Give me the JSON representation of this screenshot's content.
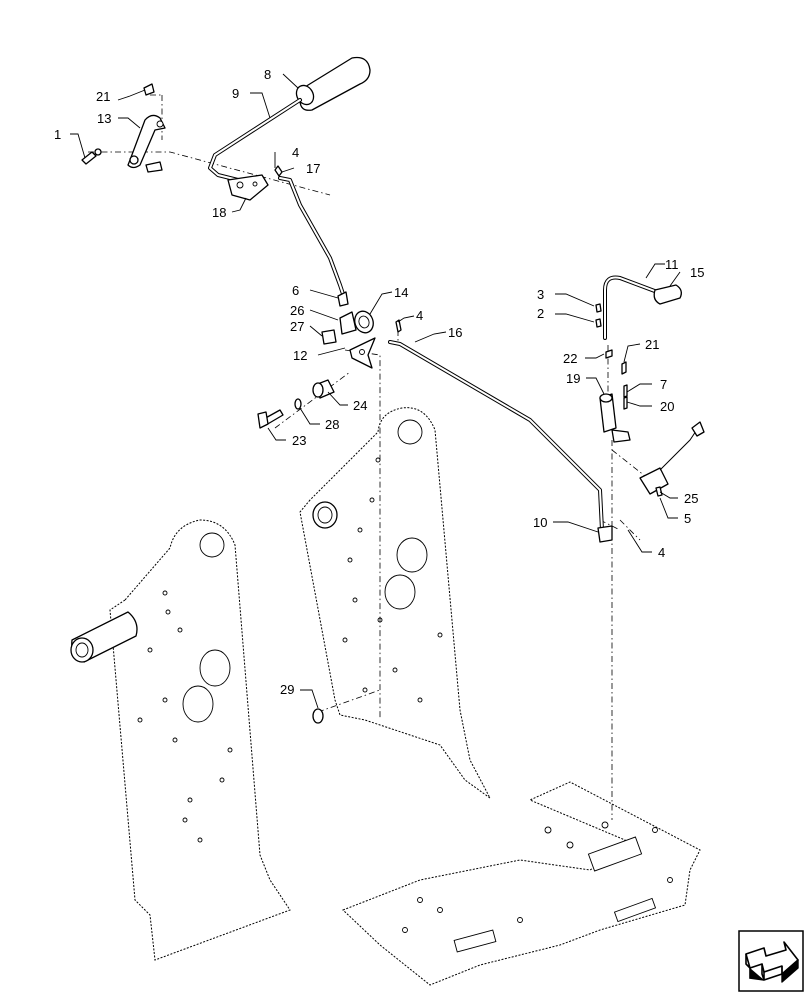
{
  "callouts": [
    {
      "id": "c1",
      "text": "1"
    },
    {
      "id": "c2",
      "text": "2"
    },
    {
      "id": "c3",
      "text": "3"
    },
    {
      "id": "c4a",
      "text": "4"
    },
    {
      "id": "c4b",
      "text": "4"
    },
    {
      "id": "c4c",
      "text": "4"
    },
    {
      "id": "c5",
      "text": "5"
    },
    {
      "id": "c6",
      "text": "6"
    },
    {
      "id": "c7",
      "text": "7"
    },
    {
      "id": "c8",
      "text": "8"
    },
    {
      "id": "c9",
      "text": "9"
    },
    {
      "id": "c10",
      "text": "10"
    },
    {
      "id": "c11",
      "text": "11"
    },
    {
      "id": "c12",
      "text": "12"
    },
    {
      "id": "c13",
      "text": "13"
    },
    {
      "id": "c14",
      "text": "14"
    },
    {
      "id": "c15",
      "text": "15"
    },
    {
      "id": "c16",
      "text": "16"
    },
    {
      "id": "c17",
      "text": "17"
    },
    {
      "id": "c18",
      "text": "18"
    },
    {
      "id": "c19",
      "text": "19"
    },
    {
      "id": "c20",
      "text": "20"
    },
    {
      "id": "c21a",
      "text": "21"
    },
    {
      "id": "c21b",
      "text": "21"
    },
    {
      "id": "c22",
      "text": "22"
    },
    {
      "id": "c23",
      "text": "23"
    },
    {
      "id": "c24",
      "text": "24"
    },
    {
      "id": "c25",
      "text": "25"
    },
    {
      "id": "c26",
      "text": "26"
    },
    {
      "id": "c27",
      "text": "27"
    },
    {
      "id": "c28",
      "text": "28"
    },
    {
      "id": "c29",
      "text": "29"
    }
  ],
  "icons": {
    "nav": "next-page-arrow-icon"
  }
}
